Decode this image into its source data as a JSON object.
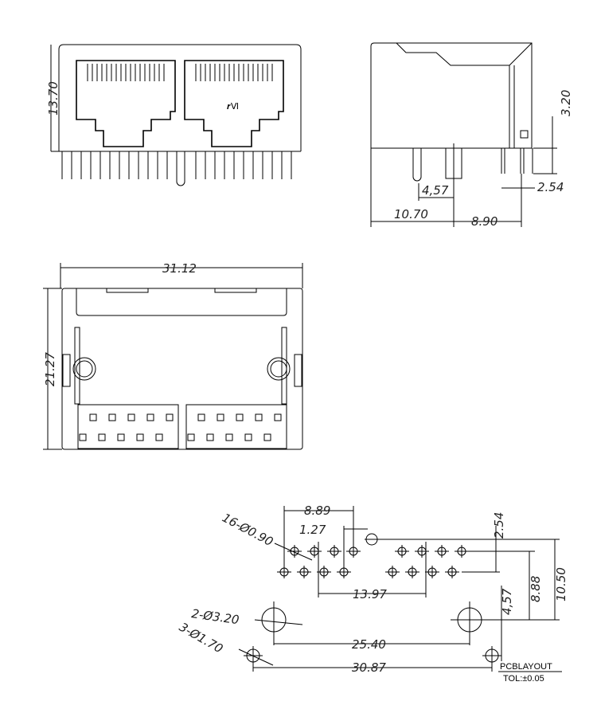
{
  "drawing": {
    "front_view": {
      "height_dim": "13.70"
    },
    "side_view": {
      "dims": {
        "pin_height": "3.20",
        "pin_pitch": "2.54",
        "post_offset": "4,57",
        "depth_front": "10.70",
        "depth_rear": "8.90"
      }
    },
    "bottom_view": {
      "width_dim": "31.12",
      "height_dim": "21.27"
    },
    "pcb_layout": {
      "holes_small": "16-Ø0.90",
      "holes_large": "2-Ø3.20",
      "holes_mid": "3-Ø1.70",
      "dims": {
        "pitch_a": "8.89",
        "pitch_b": "1.27",
        "row_pitch": "2.54",
        "span": "13.97",
        "to_post": "8.88",
        "overall_h": "10.50",
        "post_offset": "4,57",
        "post_span": "25.40",
        "shield_span": "30.87"
      },
      "title": "PCBLAYOUT",
      "tolerance": "TOL:±0.05"
    }
  }
}
